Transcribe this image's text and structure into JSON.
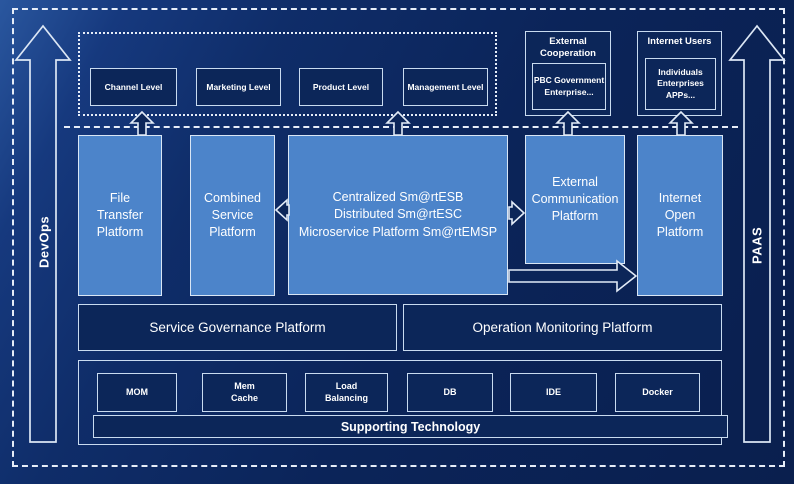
{
  "rails": {
    "left": "DevOps",
    "right": "PAAS"
  },
  "levels": {
    "items": [
      "Channel Level",
      "Marketing Level",
      "Product Level",
      "Management Level"
    ]
  },
  "external_cooperation": {
    "title": "External Cooperation",
    "members": "PBC Government\nEnterprise..."
  },
  "internet_users": {
    "title": "Internet Users",
    "members": "Individuals\nEnterprises\nAPPs..."
  },
  "platforms": {
    "file_transfer": "File\nTransfer\nPlatform",
    "combined_service": "Combined\nService\nPlatform",
    "central": "Centralized Sm@rtESB\nDistributed Sm@rtESC\nMicroservice Platform Sm@rtEMSP",
    "external_communication": "External\nCommunication\nPlatform",
    "internet_open": "Internet\nOpen\nPlatform"
  },
  "governance_label": "Service Governance Platform",
  "monitoring_label": "Operation Monitoring Platform",
  "technologies": [
    "MOM",
    "Mem\nCache",
    "Load\nBalancing",
    "DB",
    "IDE",
    "Docker"
  ],
  "supporting_label": "Supporting Technology",
  "icons": {
    "left_rail": "up-arrow",
    "right_rail": "up-arrow",
    "level_links": "up-arrow",
    "central_to_combined": "left-arrow",
    "central_to_external": "right-arrow",
    "central_to_internet_open": "long-right-arrow"
  },
  "colors": {
    "background": "#0b2257",
    "platform_fill": "#4c84ca",
    "dark_fill": "#0c2659",
    "border_light": "#d9e6f5",
    "text": "#ffffff"
  }
}
